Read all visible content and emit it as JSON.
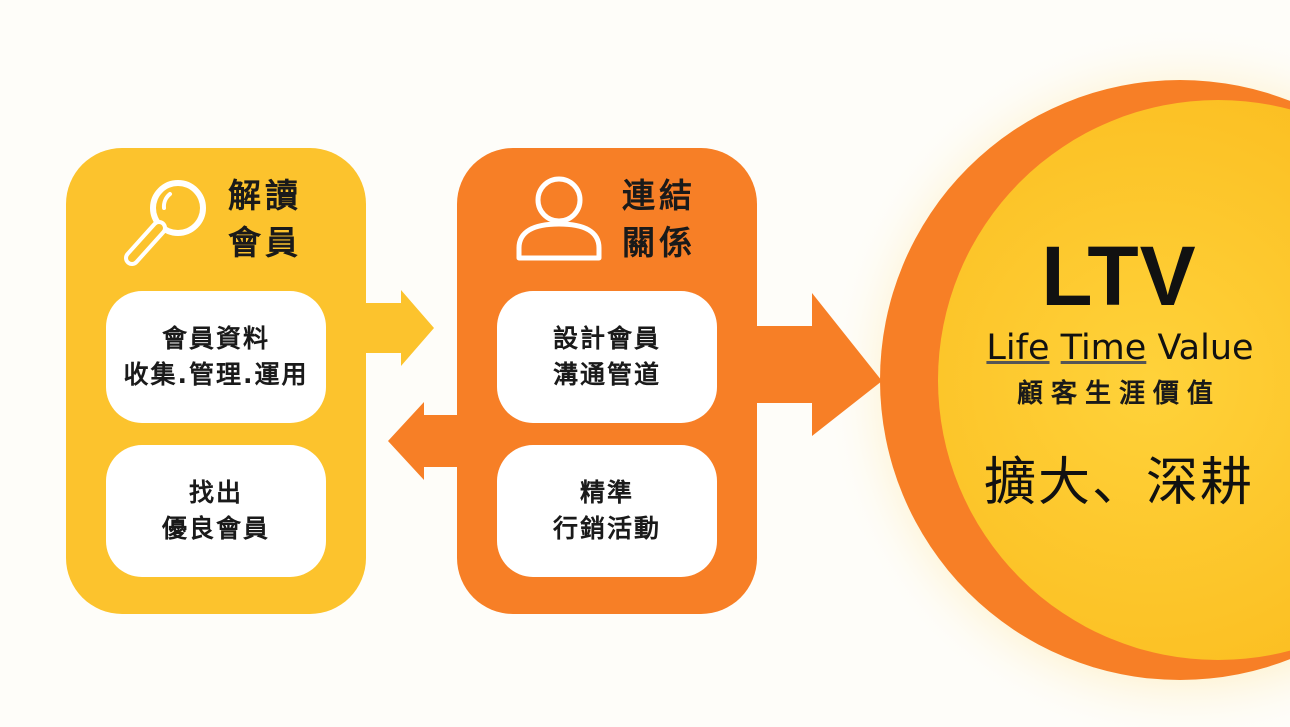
{
  "colors": {
    "background": "#fefdf9",
    "yellow": "#fcc32d",
    "orange": "#f77f26",
    "card": "#ffffff",
    "text": "#1a1a1a",
    "glow": "#fce9a8"
  },
  "left_panel": {
    "icon": "magnifier-icon",
    "heading_line1": "解讀",
    "heading_line2": "會員",
    "card1_line1": "會員資料",
    "card1_line2": "收集.管理.運用",
    "card2_line1": "找出",
    "card2_line2": "優良會員"
  },
  "middle_panel": {
    "icon": "person-icon",
    "heading_line1": "連結",
    "heading_line2": "關係",
    "card1_line1": "設計會員",
    "card1_line2": "溝通管道",
    "card2_line1": "精準",
    "card2_line2": "行銷活動"
  },
  "ltv": {
    "title": "LTV",
    "subtitle_word1": "Life",
    "subtitle_word2": "Time",
    "subtitle_word3": "Value",
    "chinese": "顧客生涯價值",
    "slogan": "擴大、深耕"
  }
}
